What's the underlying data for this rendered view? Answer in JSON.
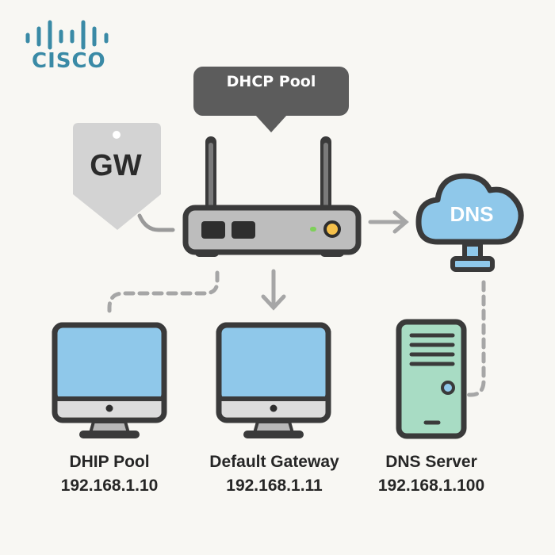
{
  "logo": {
    "text": "CISCO",
    "color": "#3a8aa6"
  },
  "router": {
    "bubble_label": "DHCP Pool",
    "led_green": "#7ed05a",
    "led_amber": "#f5c04a"
  },
  "gateway_tag": {
    "label": "GW"
  },
  "cloud": {
    "label": "DNS",
    "fill": "#8fc8ea"
  },
  "devices": [
    {
      "name": "DHIP Pool",
      "ip": "192.168.1.10",
      "type": "monitor"
    },
    {
      "name": "Default Gateway",
      "ip": "192.168.1.11",
      "type": "monitor"
    },
    {
      "name": "DNS Server",
      "ip": "192.168.1.100",
      "type": "server"
    }
  ],
  "colors": {
    "outline": "#3a3a3a",
    "screen": "#8fc8ea",
    "server_body": "#a8dcc4",
    "connector": "#a6a6a6",
    "router_body": "#bdbdbd"
  }
}
